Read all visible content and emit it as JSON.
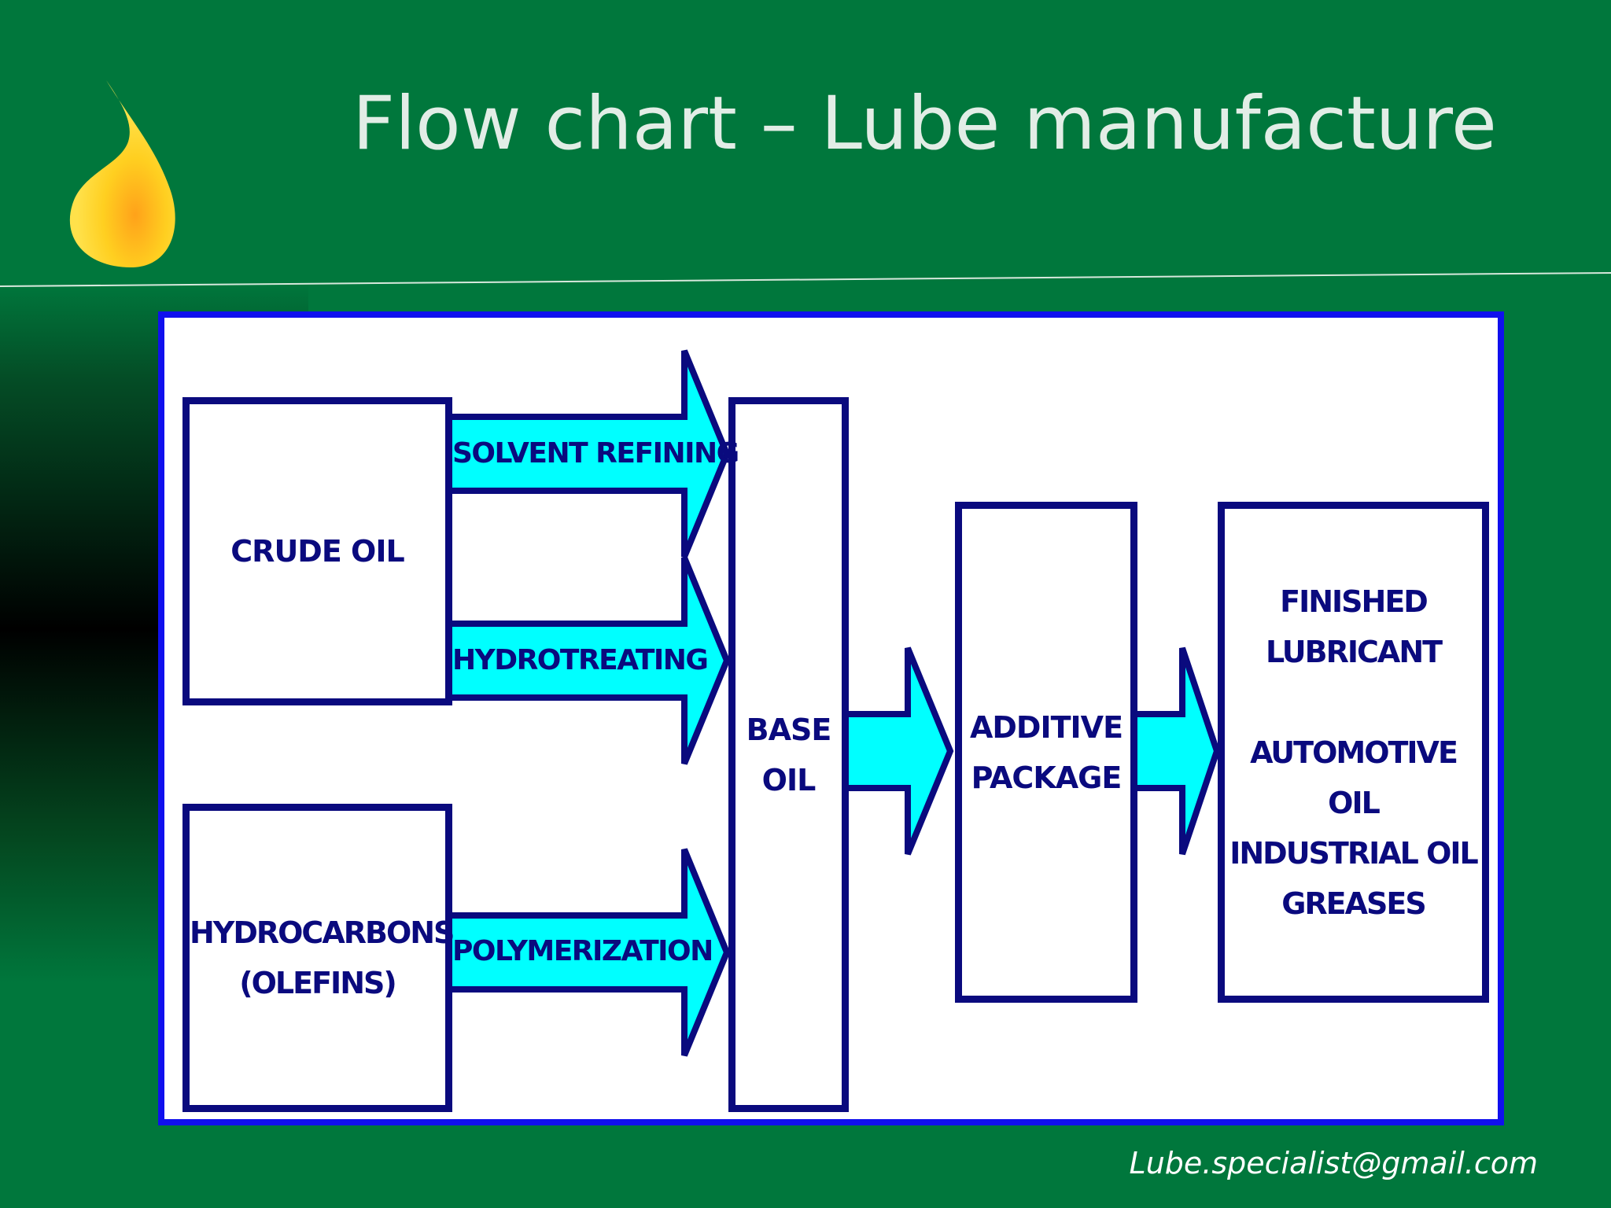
{
  "slide": {
    "title": "Flow chart – Lube manufacture",
    "footer": "Lube.specialist@gmail.com"
  },
  "diagram": {
    "nodes": {
      "crude_oil": "CRUDE OIL",
      "hydrocarbons": "HYDROCARBONS\n(OLEFINS)",
      "base_oil": "BASE\nOIL",
      "additive_package": "ADDITIVE\nPACKAGE",
      "finished_lubricant": "FINISHED\nLUBRICANT\n\nAUTOMOTIVE OIL\nINDUSTRIAL OIL\nGREASES"
    },
    "processes": {
      "solvent_refining": "SOLVENT REFINING",
      "hydrotreating": "HYDROTREATING",
      "polymerization": "POLYMERIZATION"
    },
    "edges": [
      {
        "from": "CRUDE OIL",
        "to": "BASE OIL",
        "via": "SOLVENT REFINING"
      },
      {
        "from": "CRUDE OIL",
        "to": "BASE OIL",
        "via": "HYDROTREATING"
      },
      {
        "from": "HYDROCARBONS (OLEFINS)",
        "to": "BASE OIL",
        "via": "POLYMERIZATION"
      },
      {
        "from": "BASE OIL",
        "to": "ADDITIVE PACKAGE"
      },
      {
        "from": "ADDITIVE PACKAGE",
        "to": "FINISHED LUBRICANT"
      }
    ]
  },
  "colors": {
    "background": "#00773c",
    "frame_border": "#1010ee",
    "box_border": "#0a0a7e",
    "arrow_fill": "#00ffff",
    "text": "#0a0a7e"
  }
}
